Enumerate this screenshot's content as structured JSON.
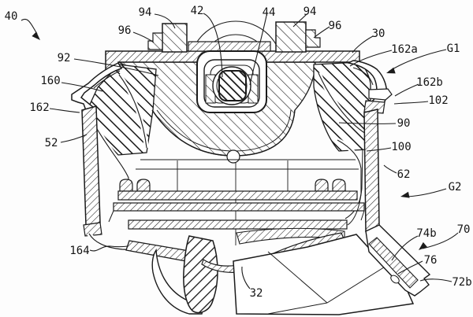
{
  "figure": {
    "kind": "patent cross-section line drawing",
    "colors": {
      "ink": "#1b1b1b",
      "paper": "#fdfdfd"
    }
  },
  "labels": {
    "n40": "40",
    "n94l": "94",
    "n42": "42",
    "n44": "44",
    "n94r": "94",
    "n96l": "96",
    "n96r": "96",
    "n30": "30",
    "n92": "92",
    "n160": "160",
    "n162": "162",
    "n52": "52",
    "n162a": "162a",
    "g1": "G1",
    "n162b": "162b",
    "n102": "102",
    "n90": "90",
    "n100": "100",
    "n62": "62",
    "g2": "G2",
    "n164": "164",
    "n32": "32",
    "n74b": "74b",
    "n70": "70",
    "n76": "76",
    "n72b": "72b"
  }
}
